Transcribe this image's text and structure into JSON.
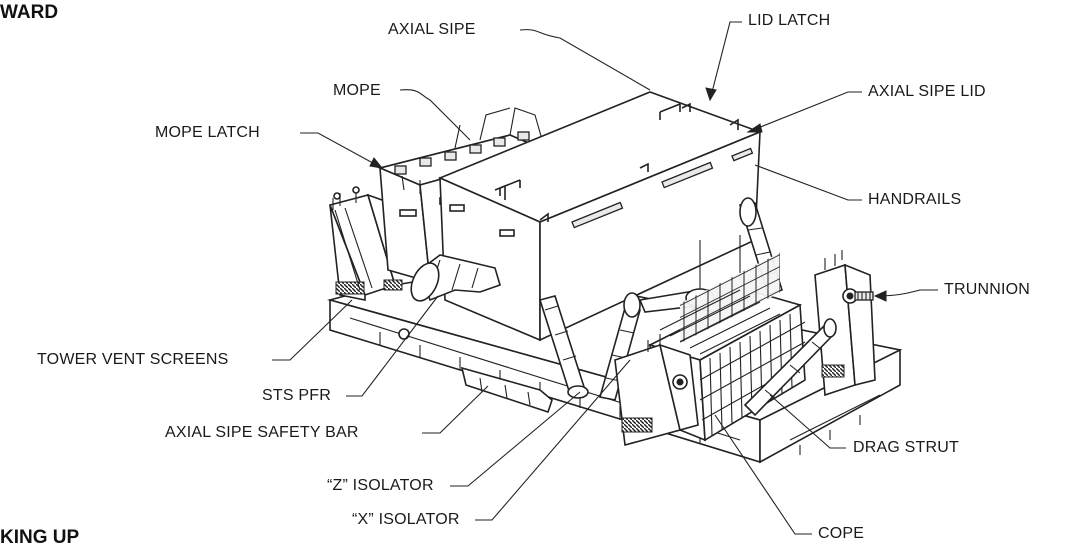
{
  "headings": {
    "top": "WARD",
    "bottom": "KING UP"
  },
  "labels": {
    "axial_sipe": "AXIAL SIPE",
    "lid_latch": "LID LATCH",
    "mope": "MOPE",
    "axial_sipe_lid": "AXIAL SIPE LID",
    "mope_latch": "MOPE LATCH",
    "handrails": "HANDRAILS",
    "trunnion": "TRUNNION",
    "tower_vent_screens": "TOWER VENT SCREENS",
    "sts_pfr": "STS PFR",
    "axial_sipe_safety_bar": "AXIAL SIPE SAFETY BAR",
    "drag_strut": "DRAG STRUT",
    "z_isolator": "“Z” ISOLATOR",
    "x_isolator": "“X” ISOLATOR",
    "cope": "COPE"
  }
}
